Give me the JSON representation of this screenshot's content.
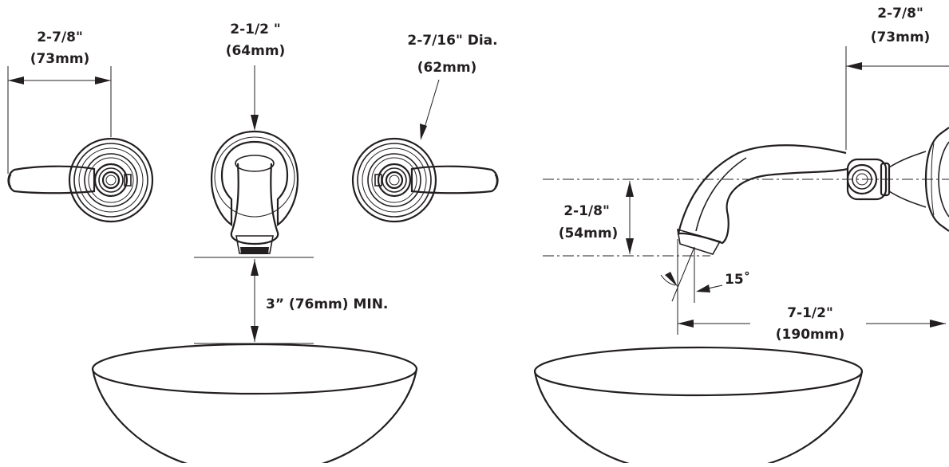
{
  "colors": {
    "ink": "#231f20",
    "background": "#ffffff"
  },
  "labels": {
    "left_handle_width_in": "2-7/8\"",
    "left_handle_width_mm": "(73mm)",
    "spout_width_in": "2-1/2 \"",
    "spout_width_mm": "(64mm)",
    "right_handle_dia_in": "2-7/16\" Dia.",
    "right_handle_dia_mm": "(62mm)",
    "clearance": "3” (76mm) MIN.",
    "side_escutcheon_in": "2-7/8\"",
    "side_escutcheon_mm": "(73mm)",
    "drop_in": "2-1/8\"",
    "drop_mm": "(54mm)",
    "angle": "15˚",
    "reach_in": "7-1/2\"",
    "reach_mm": "(190mm)"
  }
}
